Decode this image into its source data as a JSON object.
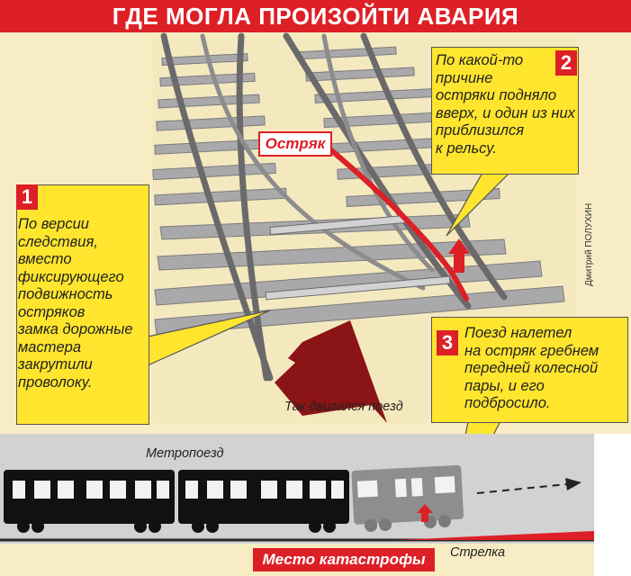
{
  "title": "ГДЕ МОГЛА ПРОИЗОЙТИ АВАРИЯ",
  "labels": {
    "ostryak": "Остряк",
    "direction": "Так двигался поезд",
    "metropoezd": "Метропоезд",
    "strelka": "Стрелка",
    "mesto": "Место катастрофы",
    "author": "Дмитрий ПОЛУХИН"
  },
  "callouts": [
    {
      "number": "1",
      "lines": [
        "По версии",
        "следствия,",
        "вместо",
        "фиксирующего",
        "подвижность",
        "остряков",
        "замка дорожные",
        "мастера",
        "закрутили",
        "проволоку."
      ]
    },
    {
      "number": "2",
      "lines": [
        "По какой-то",
        "причине",
        "остряки подняло",
        "вверх, и один из них",
        "приблизился",
        "к рельсу."
      ]
    },
    {
      "number": "3",
      "lines": [
        "Поезд налетел",
        "на остряк гребнем",
        "передней колесной",
        "пары, и его",
        "подбросило."
      ]
    }
  ],
  "colors": {
    "accent": "#dd1f26",
    "callout": "#ffe52e",
    "background": "#f7ecc4",
    "sleeper": "#a9a9ab",
    "rail": "#6a6a6c",
    "train": "#111111"
  }
}
